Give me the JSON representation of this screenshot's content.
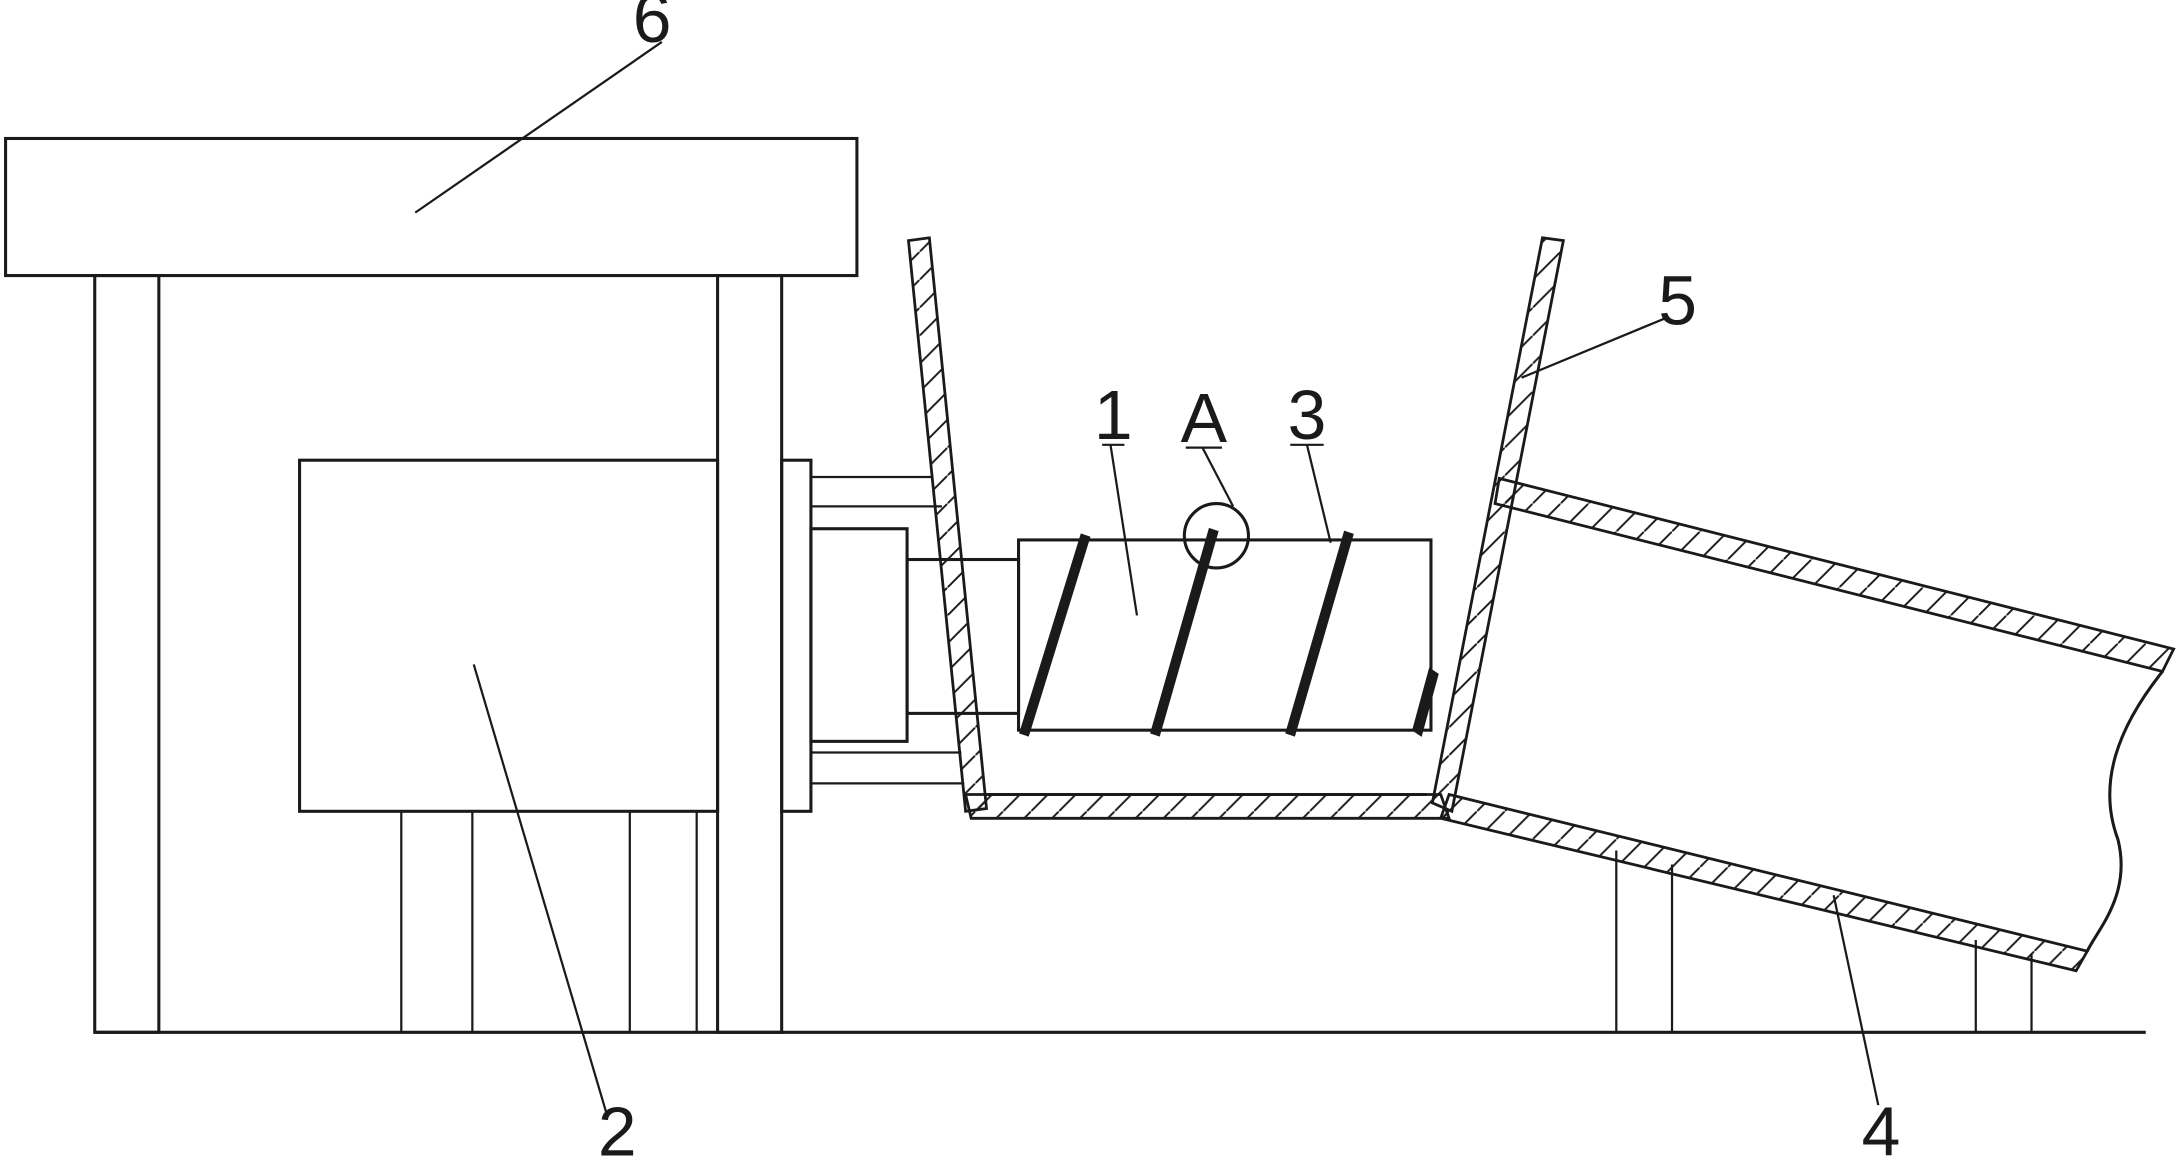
{
  "labels": {
    "screw_shaft": "1",
    "motor_box": "2",
    "screw_blade": "3",
    "discharge_chute": "4",
    "hopper": "5",
    "top_frame": "6",
    "detail_a": "A"
  }
}
